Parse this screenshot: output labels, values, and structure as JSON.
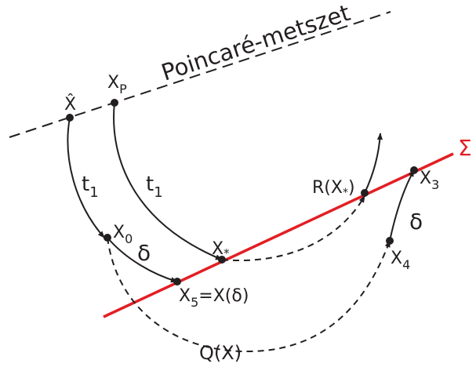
{
  "colors": {
    "ink": "#231f20",
    "sigma_line": "#e31e24"
  },
  "labels": {
    "section_title": "Poincaré-metszet",
    "x_hat": "X̂",
    "x_p": "X",
    "x_p_sub": "P",
    "t1_left": "t",
    "t1_left_sub": "1",
    "t1_right": "t",
    "t1_right_sub": "1",
    "x0": "X",
    "x0_sub": "0",
    "delta_left": "δ",
    "x_star": "X",
    "x_star_sub": "*",
    "x5": "X",
    "x5_sub": "5",
    "x5_eq": "=X(δ)",
    "r_of_x": "R(X",
    "r_of_x_sub": "*",
    "r_of_x_close": ")",
    "sigma": "Σ",
    "x3": "X",
    "x3_sub": "3",
    "delta_right": "δ",
    "x4": "X",
    "x4_sub": "4",
    "q_of_x": "Q(X)"
  }
}
